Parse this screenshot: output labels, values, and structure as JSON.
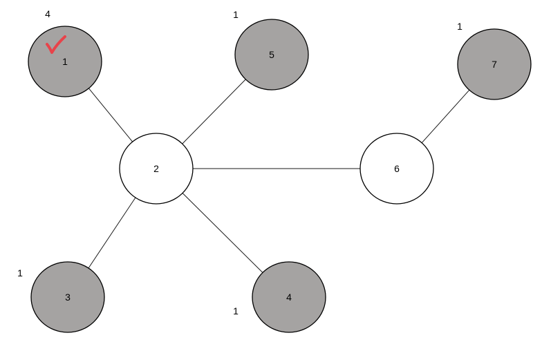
{
  "colors": {
    "leaf_fill": "#a5a3a2",
    "internal_fill": "#ffffff",
    "check": "#e8434a"
  },
  "nodes": [
    {
      "id": "1",
      "label": "1",
      "type": "leaf",
      "degree_label": "4",
      "checked": true
    },
    {
      "id": "2",
      "label": "2",
      "type": "internal",
      "degree_label": ""
    },
    {
      "id": "3",
      "label": "3",
      "type": "leaf",
      "degree_label": "1"
    },
    {
      "id": "4",
      "label": "4",
      "type": "leaf",
      "degree_label": "1"
    },
    {
      "id": "5",
      "label": "5",
      "type": "leaf",
      "degree_label": "1"
    },
    {
      "id": "6",
      "label": "6",
      "type": "internal",
      "degree_label": ""
    },
    {
      "id": "7",
      "label": "7",
      "type": "leaf",
      "degree_label": "1"
    }
  ],
  "edges": [
    {
      "from": "1",
      "to": "2"
    },
    {
      "from": "5",
      "to": "2"
    },
    {
      "from": "3",
      "to": "2"
    },
    {
      "from": "4",
      "to": "2"
    },
    {
      "from": "2",
      "to": "6"
    },
    {
      "from": "6",
      "to": "7"
    }
  ]
}
